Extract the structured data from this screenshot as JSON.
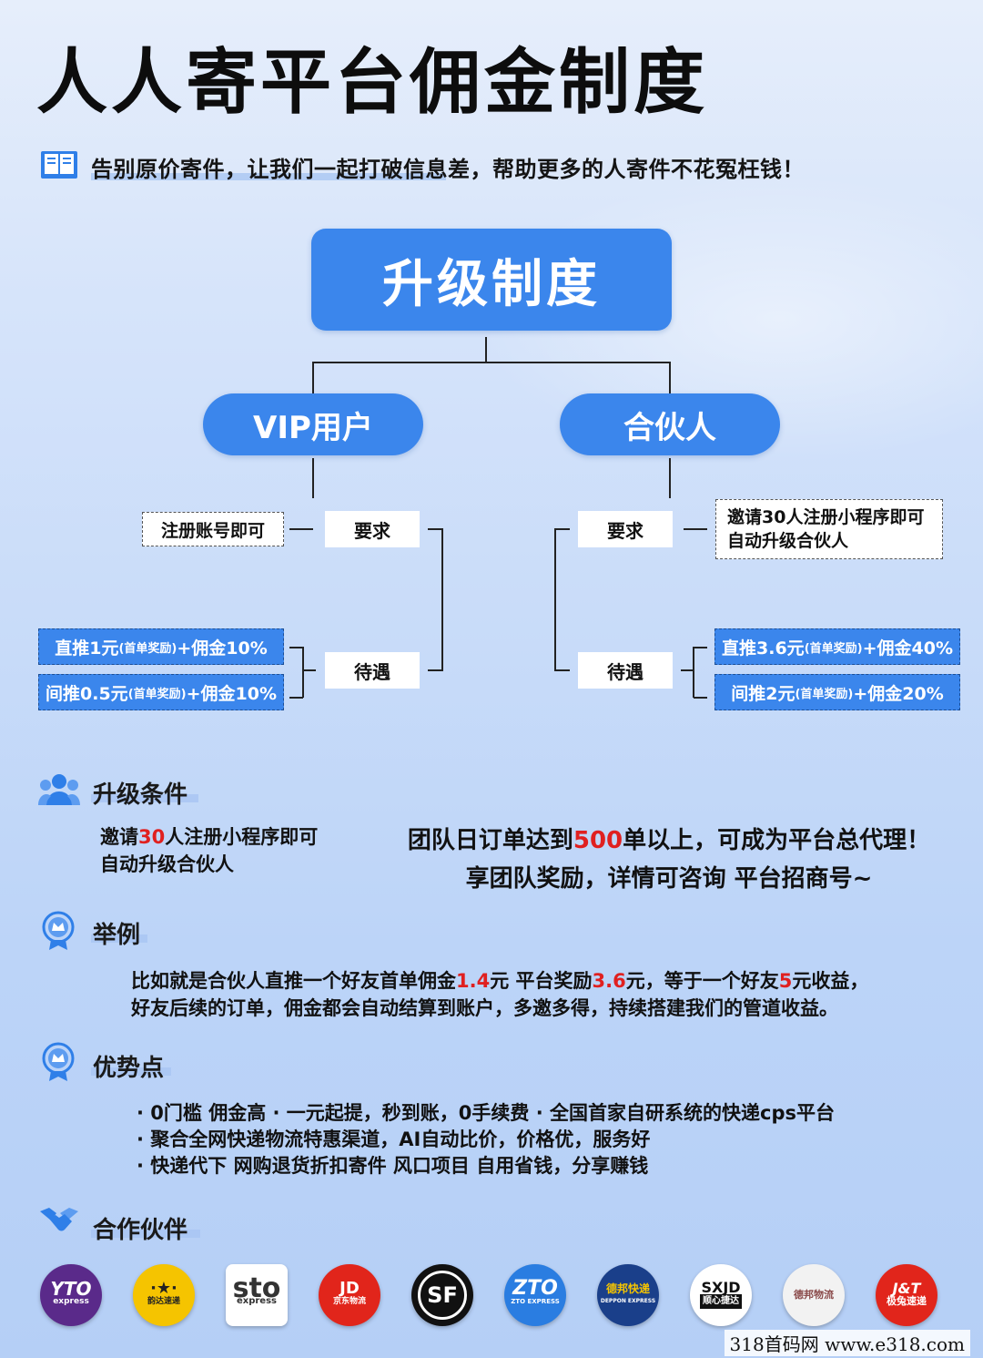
{
  "title": "人人寄平台佣金制度",
  "subtitle": "告别原价寄件，让我们一起打破信息差，帮助更多的人寄件不花冤枉钱！",
  "diagram": {
    "root": "升级制度",
    "vip": {
      "label": "VIP用户",
      "requirement_label": "要求",
      "requirement": "注册账号即可",
      "perks_label": "待遇",
      "perks": [
        {
          "main": "直推1元",
          "note": "(首单奖励)",
          "tail": "+佣金10%"
        },
        {
          "main": "间推0.5元",
          "note": "(首单奖励)",
          "tail": "+佣金10%"
        }
      ]
    },
    "partner": {
      "label": "合伙人",
      "requirement_label": "要求",
      "requirement_lines": [
        "邀请30人注册小程序即可",
        "自动升级合伙人"
      ],
      "perks_label": "待遇",
      "perks": [
        {
          "main": "直推3.6元",
          "note": "(首单奖励)",
          "tail": "+佣金40%"
        },
        {
          "main": "间推2元",
          "note": "(首单奖励)",
          "tail": "+佣金20%"
        }
      ]
    }
  },
  "upgrade": {
    "title": "升级条件",
    "left_line1_a": "邀请",
    "left_line1_num": "30",
    "left_line1_b": "人注册小程序即可",
    "left_line2": "自动升级合伙人",
    "right_line1_a": "团队日订单达到",
    "right_line1_num": "500",
    "right_line1_b": "单以上，可成为平台总代理！",
    "right_line2": "享团队奖励，详情可咨询 平台招商号~"
  },
  "example": {
    "title": "举例",
    "l1_a": "比如就是合伙人直推一个好友首单佣金",
    "l1_n1": "1.4",
    "l1_b": "元 平台奖励",
    "l1_n2": "3.6",
    "l1_c": "元，等于一个好友",
    "l1_n3": "5",
    "l1_d": "元收益，",
    "l2": "好友后续的订单，佣金都会自动结算到账户，多邀多得，持续搭建我们的管道收益。"
  },
  "advantages": {
    "title": "优势点",
    "items": [
      "· 0门槛 佣金高 · 一元起提，秒到账，0手续费 · 全国首家自研系统的快递cps平台",
      "· 聚合全网快递物流特惠渠道，AI自动比价，价格优，服务好",
      "· 快递代下 网购退货折扣寄件 风口项目 自用省钱，分享赚钱"
    ]
  },
  "partners": {
    "title": "合作伙伴",
    "logos": [
      {
        "name": "yto-logo",
        "text": "YTO",
        "sub": "express",
        "bg": "#5a2a8a"
      },
      {
        "name": "yunda-logo",
        "text": "·★·",
        "sub": "韵达速递",
        "bg": "#f5c400"
      },
      {
        "name": "sto-logo",
        "text": "sto",
        "sub": "express",
        "bg": "#e53e2f"
      },
      {
        "name": "jd-logistics-logo",
        "text": "JD",
        "sub": "京东物流",
        "bg": "#e1251b"
      },
      {
        "name": "sf-logo",
        "text": "SF",
        "sub": "",
        "bg": "#111111"
      },
      {
        "name": "zto-logo",
        "text": "ZTO",
        "sub": "ZTO EXPRESS",
        "bg": "#2a7de1"
      },
      {
        "name": "deppon-logo",
        "text": "德邦快递",
        "sub": "DEPPON EXPRESS",
        "bg": "#1a3f8a"
      },
      {
        "name": "sxjd-logo",
        "text": "SXJD",
        "sub": "顺心捷达",
        "bg": "#1a1a1a"
      },
      {
        "name": "debang-logistics-logo",
        "text": "德邦物流",
        "sub": "",
        "bg": "#f2f2f2"
      },
      {
        "name": "jt-logo",
        "text": "J&T",
        "sub": "极兔速递",
        "bg": "#e1251b"
      }
    ]
  },
  "watermark": "318首码网  www.e318.com"
}
